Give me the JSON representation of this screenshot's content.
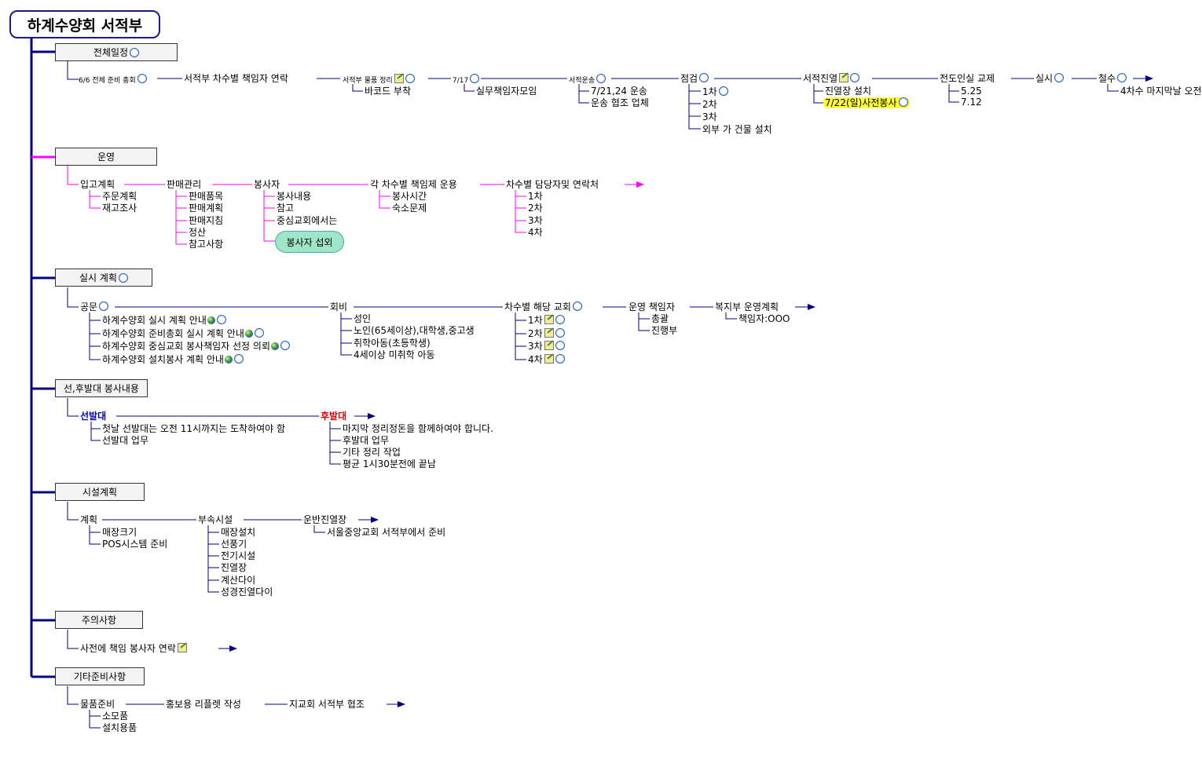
{
  "root": "하계수양회 서적부",
  "s1": {
    "title": "전체일정",
    "n1": "6/6 전체 준비 총회",
    "n2": "서적부 차수별 책임자 연락",
    "n3": "서적부 물품 정리",
    "n3a": "바코드 부착",
    "n4": "7/17",
    "n4a": "실무책임자모임",
    "n5": "서적운송",
    "n5a": "7/21,24 운송",
    "n5b": "운송 협조 업체",
    "n6": "점검",
    "n6a": "1차",
    "n6b": "2차",
    "n6c": "3차",
    "n6d": "외부 가 건물 설치",
    "n7": "서적진열",
    "n7a": "진열장 설치",
    "n7b": "7/22(일)사전봉사",
    "n8": "전도인실 교제",
    "n8a": "5.25",
    "n8b": "7.12",
    "n9": "실시",
    "n10": "철수",
    "n10a": "4차수 마지막날 오전"
  },
  "s2": {
    "title": "운영",
    "a": "입고계획",
    "a1": "주문계획",
    "a2": "재고조사",
    "b": "판매관리",
    "b1": "판매품목",
    "b2": "판매계획",
    "b3": "판매지침",
    "b4": "정산",
    "b5": "참고사항",
    "c": "봉사자",
    "c1": "봉사내용",
    "c2": "참고",
    "c3": "중심교회에서는",
    "c4": "봉사자 섭외",
    "d": "각 차수별 책임제 운용",
    "d1": "봉사시간",
    "d2": "숙소문제",
    "e": "차수별 담당자및 연락처",
    "e1": "1차",
    "e2": "2차",
    "e3": "3차",
    "e4": "4차"
  },
  "s3": {
    "title": "실시 계획",
    "a": "공문",
    "a1": "하계수양회 실시 계획 안내",
    "a2": "하계수양회 준비총회 실시 계획 안내",
    "a3": "하계수양회 중심교회 봉사책임자 선정 의뢰",
    "a4": "하계수양회 설치봉사 계획 안내",
    "b": "회비",
    "b1": "성인",
    "b2": "노인(65세이상),대학생,중고생",
    "b3": "취학아동(초등학생)",
    "b4": "4세이상 미취학 아동",
    "c": "차수별 해당 교회",
    "c1": "1차",
    "c2": "2차",
    "c3": "3차",
    "c4": "4차",
    "d": "운영 책임자",
    "d1": "총괄",
    "d2": "진행부",
    "e": "복지부 운영계획",
    "e1": "책임자:OOO"
  },
  "s4": {
    "title": "선,후발대 봉사내용",
    "a": "선발대",
    "a1": "첫날 선발대는 오전 11시까지는 도착하여야 함",
    "a2": "선발대 업무",
    "b": "후발대",
    "b1": "마지막 정리정돈을 함께하여야 합니다.",
    "b2": "후발대 업무",
    "b3": "기타 정리 작업",
    "b4": "평균 1시30분전에 끝남"
  },
  "s5": {
    "title": "시설계획",
    "a": "계획",
    "a1": "매장크기",
    "a2": "POS시스템 준비",
    "b": "부속시설",
    "b1": "매장설치",
    "b2": "선풍기",
    "b3": "전기시설",
    "b4": "진열장",
    "b5": "계산다이",
    "b6": "성경진열다이",
    "c": "운반진열장",
    "c1": "서울중앙교회 서적부에서 준비"
  },
  "s6": {
    "title": "주의사항",
    "a": "사전에 책임 봉사자 연락"
  },
  "s7": {
    "title": "기타준비사항",
    "a": "물품준비",
    "a1": "소모품",
    "a2": "설치용품",
    "b": "홍보용 리플렛 작성",
    "c": "지교회 서적부 협조"
  },
  "colors": {
    "navy": "#000080",
    "magenta": "#ff00ff",
    "highlight": "#ffff3a",
    "cloud": "#9fe6c8"
  }
}
